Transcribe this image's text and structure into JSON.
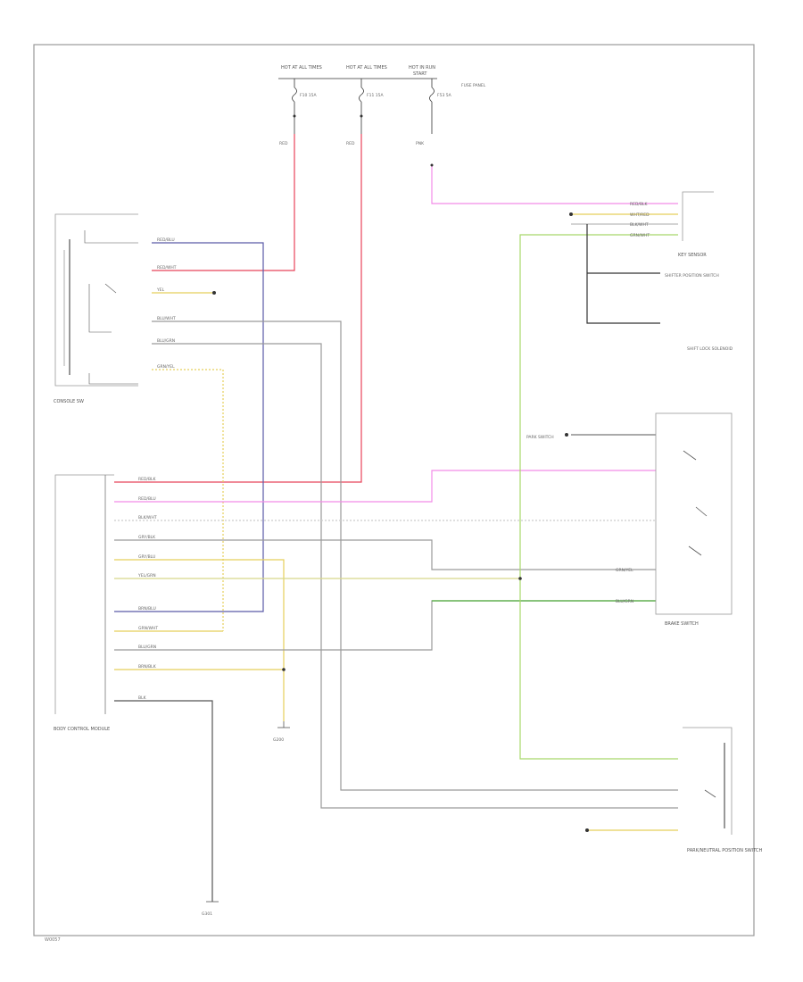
{
  "diagram": {
    "wire_colors": {
      "red": "#e8435a",
      "pink": "#f28ce8",
      "blue": "#5a5aa8",
      "yellow": "#e5cf5a",
      "gray": "#9a9a9a",
      "green": "#4fae3c",
      "light_green": "#a8d86a",
      "dark_green": "#2a7a2a",
      "dark": "#333333",
      "frame": "#999999"
    },
    "labels": {
      "fuse_1": "HOT AT ALL TIMES",
      "fuse_2": "HOT AT ALL TIMES",
      "fuse_3": "HOT IN RUN",
      "fuse_3_sub": "START",
      "fuse_panel": "FUSE PANEL",
      "fuse_1_amp": "F10 15A",
      "fuse_2_amp": "F11 15A",
      "fuse_3_amp": "F53 5A",
      "wire_top_1": "RED",
      "wire_top_2": "RED",
      "wire_top_3": "PNK",
      "console_sw": "CONSOLE SW",
      "bcm": "BODY CONTROL MODULE",
      "shift_lock": "SHIFT LOCK SOLENOID",
      "key_sensor": "KEY SENSOR",
      "shifter_sw": "SHIFTER POSITION SWITCH",
      "park_sw": "PARK SWITCH",
      "brake_sw": "BRAKE SWITCH",
      "ground_1": "G200",
      "ground_2": "G301",
      "pnp": "PARK/NEUTRAL POSITION SWITCH",
      "footer": "W0057"
    },
    "pin_labels_console": [
      "RED/BLU",
      "RED/WHT",
      "YEL",
      "BLU/WHT",
      "BLU/GRN",
      "GRN/YEL"
    ],
    "pin_labels_bcm": [
      "RED/BLK",
      "RED/BLU",
      "BLK/WHT",
      "GRY/BLK",
      "GRY/BLU",
      "YEL/GRN",
      "BRN/BLU",
      "GRN/WHT",
      "BLU/GRN",
      "BRN/BLK",
      "BLK"
    ],
    "pin_labels_right": [
      "RED/BLK",
      "WHT/RED",
      "BLK/WHT",
      "GRN/WHT",
      "GRN/YEL",
      "BLU/GRN"
    ]
  }
}
